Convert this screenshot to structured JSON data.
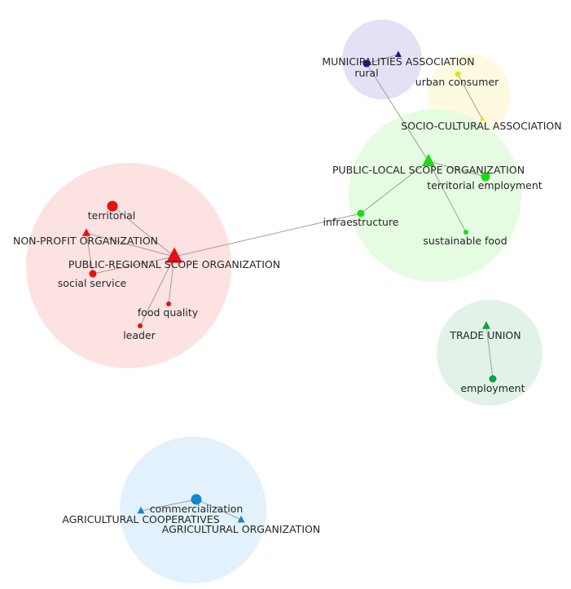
{
  "diagram": {
    "clusters": [
      {
        "id": "purple",
        "color": "#e4e0f6"
      },
      {
        "id": "yellow",
        "color": "#fdfae0"
      },
      {
        "id": "green",
        "color": "#e5fbe2"
      },
      {
        "id": "red",
        "color": "#fde2e2"
      },
      {
        "id": "teal",
        "color": "#e2f2e8"
      },
      {
        "id": "blue",
        "color": "#e2f1fb"
      }
    ],
    "nodes": [
      {
        "id": "municipalities",
        "label": "MUNICIPALITIES ASSOCIATION",
        "shape": "triangle",
        "color": "#22118c"
      },
      {
        "id": "rural",
        "label": "rural",
        "shape": "circle",
        "color": "#22118c"
      },
      {
        "id": "urban_consumer",
        "label": "urban consumer",
        "shape": "circle",
        "color": "#f0e000"
      },
      {
        "id": "socio_cultural",
        "label": "SOCIO-CULTURAL ASSOCIATION",
        "shape": "triangle",
        "color": "#f0e000"
      },
      {
        "id": "public_local",
        "label": "PUBLIC-LOCAL SCOPE ORGANIZATION",
        "shape": "triangle",
        "color": "#16dd16"
      },
      {
        "id": "territorial_employment",
        "label": "territorial employment",
        "shape": "circle",
        "color": "#16dd16"
      },
      {
        "id": "infraestructure",
        "label": "infraestructure",
        "shape": "circle",
        "color": "#16dd16"
      },
      {
        "id": "sustainable_food",
        "label": "sustainable food",
        "shape": "circle",
        "color": "#16dd16"
      },
      {
        "id": "territorial",
        "label": "territorial",
        "shape": "circle",
        "color": "#e81010"
      },
      {
        "id": "non_profit",
        "label": "NON-PROFIT ORGANIZATION",
        "shape": "triangle",
        "color": "#e81010"
      },
      {
        "id": "public_regional",
        "label": "PUBLIC-REGIONAL SCOPE ORGANIZATION",
        "shape": "triangle",
        "color": "#e81010"
      },
      {
        "id": "social_service",
        "label": "social service",
        "shape": "circle",
        "color": "#e81010"
      },
      {
        "id": "food_quality",
        "label": "food quality",
        "shape": "circle",
        "color": "#e81010"
      },
      {
        "id": "leader",
        "label": "leader",
        "shape": "circle",
        "color": "#e81010"
      },
      {
        "id": "trade_union",
        "label": "TRADE UNION",
        "shape": "triangle",
        "color": "#11a33d"
      },
      {
        "id": "employment",
        "label": "employment",
        "shape": "circle",
        "color": "#11a33d"
      },
      {
        "id": "commercialization",
        "label": "commercialization",
        "shape": "circle",
        "color": "#1287d0"
      },
      {
        "id": "agri_coop",
        "label": "AGRICULTURAL COOPERATIVES",
        "shape": "triangle",
        "color": "#1287d0"
      },
      {
        "id": "agri_org",
        "label": "AGRICULTURAL ORGANIZATION",
        "shape": "triangle",
        "color": "#1287d0"
      }
    ],
    "edges": [
      {
        "from": "rural",
        "to": "municipalities"
      },
      {
        "from": "rural",
        "to": "public_local"
      },
      {
        "from": "urban_consumer",
        "to": "socio_cultural"
      },
      {
        "from": "public_local",
        "to": "territorial_employment"
      },
      {
        "from": "public_local",
        "to": "infraestructure"
      },
      {
        "from": "public_local",
        "to": "sustainable_food"
      },
      {
        "from": "infraestructure",
        "to": "public_regional"
      },
      {
        "from": "territorial",
        "to": "public_regional"
      },
      {
        "from": "non_profit",
        "to": "public_regional"
      },
      {
        "from": "non_profit",
        "to": "social_service"
      },
      {
        "from": "social_service",
        "to": "public_regional"
      },
      {
        "from": "food_quality",
        "to": "public_regional"
      },
      {
        "from": "leader",
        "to": "public_regional"
      },
      {
        "from": "trade_union",
        "to": "employment"
      },
      {
        "from": "commercialization",
        "to": "agri_coop"
      },
      {
        "from": "commercialization",
        "to": "agri_org"
      }
    ]
  }
}
